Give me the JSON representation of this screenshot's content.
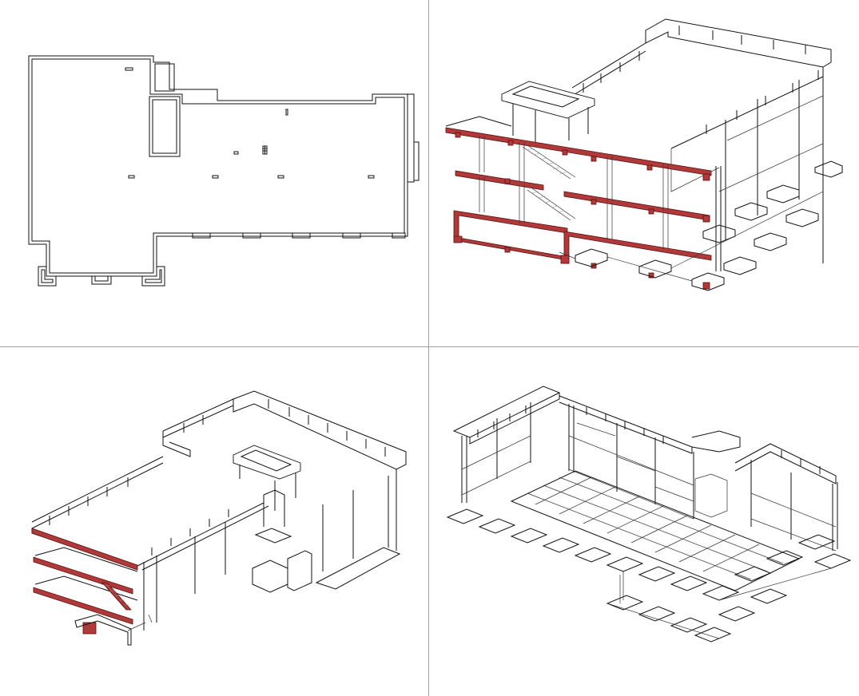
{
  "layout": {
    "viewports": [
      {
        "id": "plan-view",
        "view": "top"
      },
      {
        "id": "iso-section-cut-view",
        "view": "isometric-section"
      },
      {
        "id": "iso-exploded-floors-view",
        "view": "isometric-exploded"
      },
      {
        "id": "iso-underside-foundation-view",
        "view": "isometric-underside"
      }
    ]
  },
  "colors": {
    "background": "#ffffff",
    "linework": "#111111",
    "section_cut": "#b03a3a",
    "divider": "#a0a0a0"
  }
}
